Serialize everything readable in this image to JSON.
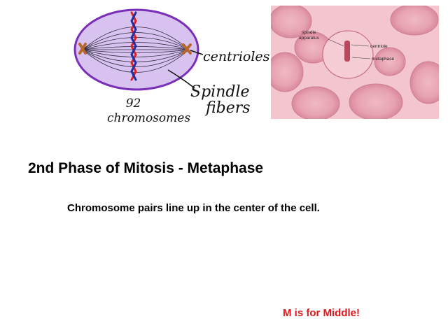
{
  "diagram": {
    "labels": {
      "centrioles": "centrioles",
      "spindle_line1": "Spindle",
      "spindle_line2": "fibers",
      "count": "92",
      "chromosomes": "chromosomes"
    },
    "colors": {
      "cell_fill": "#d8c2f0",
      "cell_outline": "#7a2fb8",
      "chromosome_red": "#e02020",
      "chromosome_blue": "#1d2fa8",
      "centriole": "#b8672c"
    }
  },
  "photo": {
    "labels": {
      "spindle_apparatus_1": "spindle",
      "spindle_apparatus_2": "apparatus",
      "centriole": "centriole",
      "metaphase": "metaphase"
    }
  },
  "heading": "2nd Phase of Mitosis - Metaphase",
  "description": "Chromosome pairs line up in the center of the cell.",
  "mnemonic": "M is for Middle!",
  "mnemonic_color": "#e0161b"
}
